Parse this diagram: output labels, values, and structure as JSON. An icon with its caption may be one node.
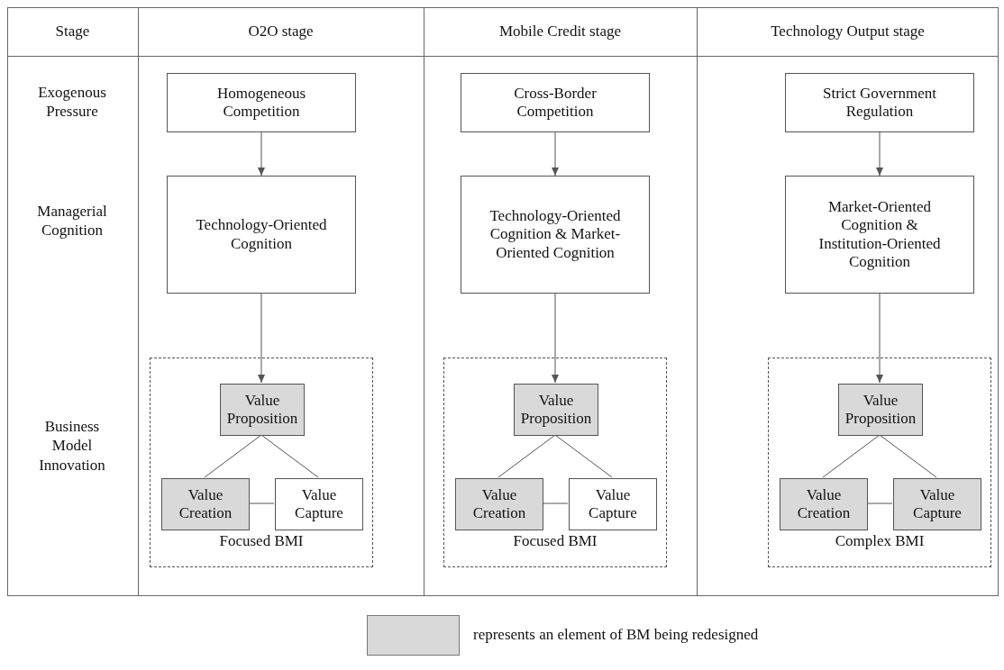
{
  "diagram": {
    "nodes": [
      {
        "text": [
          "Homogeneous Competition"
        ]
      },
      {
        "text": [
          "Technology-Oriented Cognition"
        ]
      },
      {
        "text": [
          "Focused BMI"
        ]
      },
      {
        "text": [
          "Value Proposition"
        ],
        "in": 2
      },
      {
        "text": [
          "Value Creation"
        ],
        "in": 2
      },
      {
        "text": [
          "Value Capture"
        ],
        "in": 2
      },
      {
        "text": [
          "Cross-Border Competition"
        ]
      },
      {
        "text": [
          "Technology-Oriented Cognition & Market-Oriented Cognition"
        ]
      },
      {
        "text": [
          "Focused BMI"
        ]
      },
      {
        "text": [
          "Value Proposition"
        ],
        "in": 8
      },
      {
        "text": [
          "Value Creation"
        ],
        "in": 8
      },
      {
        "text": [
          "Value Capture"
        ],
        "in": 8
      },
      {
        "text": [
          "Strict Government Regulation"
        ]
      },
      {
        "text": [
          "Market-Oriented Cognition & Institution-Oriented Cognition"
        ]
      },
      {
        "text": [
          "Complex BMI"
        ]
      },
      {
        "text": [
          "Value Proposition"
        ],
        "in": 14
      },
      {
        "text": [
          "Value Creation"
        ],
        "in": 14
      },
      {
        "text": [
          "Value Capture"
        ],
        "in": 14
      }
    ],
    "edges": [
      {
        "from": 0,
        "to": 1,
        "arrow": "to"
      },
      {
        "from": 1,
        "to": 3,
        "arrow": "to"
      },
      {
        "from": 3,
        "to": 4,
        "arrow": "none"
      },
      {
        "from": 3,
        "to": 5,
        "arrow": "none"
      },
      {
        "from": 4,
        "to": 5,
        "arrow": "none"
      },
      {
        "from": 6,
        "to": 7,
        "arrow": "to"
      },
      {
        "from": 7,
        "to": 9,
        "arrow": "to"
      },
      {
        "from": 9,
        "to": 10,
        "arrow": "none"
      },
      {
        "from": 9,
        "to": 11,
        "arrow": "none"
      },
      {
        "from": 10,
        "to": 11,
        "arrow": "none"
      },
      {
        "from": 12,
        "to": 13,
        "arrow": "to"
      },
      {
        "from": 13,
        "to": 15,
        "arrow": "to"
      },
      {
        "from": 15,
        "to": 16,
        "arrow": "none"
      },
      {
        "from": 15,
        "to": 17,
        "arrow": "none"
      },
      {
        "from": 16,
        "to": 17,
        "arrow": "none"
      }
    ],
    "labels": [
      "Stage",
      "O2O stage",
      "Mobile Credit stage",
      "Technology Output stage",
      "Exogenous Pressure",
      "Managerial Cognition",
      "Business Model Innovation"
    ],
    "legend": [
      {
        "text": "represents an element of BM being redesigned",
        "color": "#d9d9d9"
      }
    ]
  }
}
